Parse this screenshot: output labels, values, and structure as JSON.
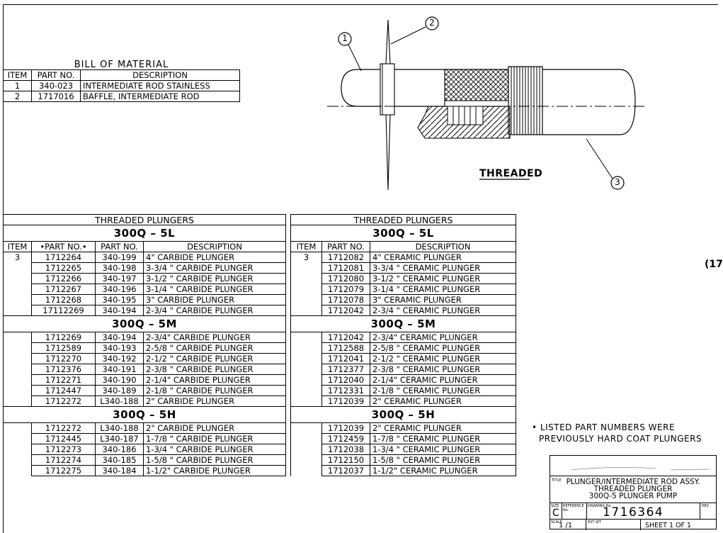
{
  "bom": {
    "title": "BILL OF MATERIAL",
    "headers": [
      "ITEM",
      "PART NO.",
      "DESCRIPTION"
    ],
    "rows": [
      [
        "1",
        "340-023",
        "INTERMEDIATE ROD STAINLESS"
      ],
      [
        "2",
        "1717016",
        "BAFFLE, INTERMEDIATE ROD"
      ]
    ]
  },
  "drawing": {
    "balloon_1": "1",
    "balloon_2": "2",
    "balloon_3": "3",
    "label": "THREADED",
    "edge_tag": "(17"
  },
  "left_table": {
    "title": "THREADED PLUNGERS",
    "headers": [
      "ITEM",
      "•PART NO.•",
      "PART NO.",
      "DESCRIPTION"
    ],
    "item": "3",
    "sections": [
      {
        "name": "300Q  –  5L",
        "rows": [
          [
            "1712264",
            "340-199",
            "4\" CARBIDE PLUNGER"
          ],
          [
            "1712265",
            "340-198",
            "3-3/4  \" CARBIDE PLUNGER"
          ],
          [
            "1712266",
            "340-197",
            "3-1/2  \" CARBIDE PLUNGER"
          ],
          [
            "1712267",
            "340-196",
            "3-1/4  \" CARBIDE PLUNGER"
          ],
          [
            "1712268",
            "340-195",
            "3\" CARBIDE PLUNGER"
          ],
          [
            "17112269",
            "340-194",
            "2-3/4  \" CARBIDE PLUNGER"
          ]
        ]
      },
      {
        "name": "300Q  –  5M",
        "rows": [
          [
            "1712269",
            "340-194",
            "2-3/4\" CARBIDE PLUNGER"
          ],
          [
            "1712589",
            "340-193",
            "2-5/8  \" CARBIDE PLUNGER"
          ],
          [
            "1712270",
            "340-192",
            "2-1/2  \" CARBIDE PLUNGER"
          ],
          [
            "1712376",
            "340-191",
            "2-3/8  \" CARBIDE PLUNGER"
          ],
          [
            "1712271",
            "340-190",
            "2-1/4\" CARBIDE PLUNGER"
          ],
          [
            "1712447",
            "340-189",
            "2-1/8  \" CARBIDE PLUNGER"
          ],
          [
            "1712272",
            "L340-188",
            "2\" CARBIDE PLUNGER"
          ]
        ]
      },
      {
        "name": "300Q  –  5H",
        "rows": [
          [
            "1712272",
            "L340-188",
            "2\" CARBIDE PLUNGER"
          ],
          [
            "1712445",
            "L340-187",
            "1-7/8  \" CARBIDE PLUNGER"
          ],
          [
            "1712273",
            "340-186",
            "1-3/4  \" CARBIDE PLUNGER"
          ],
          [
            "1712274",
            "340-185",
            "1-5/8  \" CARBIDE PLUNGER"
          ],
          [
            "1712275",
            "340-184",
            "1-1/2\" CARBIDE PLUNGER"
          ]
        ]
      }
    ]
  },
  "right_table": {
    "title": "THREADED PLUNGERS",
    "headers": [
      "ITEM",
      "PART NO.",
      "DESCRIPTION"
    ],
    "item": "3",
    "sections": [
      {
        "name": "300Q  –  5L",
        "rows": [
          [
            "1712082",
            "4\" CERAMIC PLUNGER"
          ],
          [
            "1712081",
            "3-3/4  \" CERAMIC PLUNGER"
          ],
          [
            "1712080",
            "3-1/2  \" CERAMIC PLUNGER"
          ],
          [
            "1712079",
            "3-1/4  \" CERAMIC PLUNGER"
          ],
          [
            "1712078",
            "3\" CERAMIC PLUNGER"
          ],
          [
            "1712042",
            "2-3/4  \" CERAMIC PLUNGER"
          ]
        ]
      },
      {
        "name": "300Q  –  5M",
        "rows": [
          [
            "1712042",
            "2-3/4\" CERAMIC PLUNGER"
          ],
          [
            "1712588",
            "2-5/8  \" CERAMIC PLUNGER"
          ],
          [
            "1712041",
            "2-1/2  \" CERAMIC PLUNGER"
          ],
          [
            "1712377",
            "2-3/8  \" CERAMIC PLUNGER"
          ],
          [
            "1712040",
            "2-1/4\" CERAMIC PLUNGER"
          ],
          [
            "1712331",
            "2-1/8  \" CERAMIC PLUNGER"
          ],
          [
            "1712039",
            "2\" CERAMIC PLUNGER"
          ]
        ]
      },
      {
        "name": "300Q  –  5H",
        "rows": [
          [
            "1712039",
            "2\" CERAMIC PLUNGER"
          ],
          [
            "1712459",
            "1-7/8  \" CERAMIC PLUNGER"
          ],
          [
            "1712038",
            "1-3/4  \" CERAMIC PLUNGER"
          ],
          [
            "1712150",
            "1-5/8  \" CERAMIC PLUNGER"
          ],
          [
            "1712037",
            "1-1/2\" CERAMIC PLUNGER"
          ]
        ]
      }
    ]
  },
  "note": {
    "line1": "• LISTED PART NUMBERS WERE",
    "line2": "PREVIOUSLY HARD COAT PLUNGERS"
  },
  "title_block": {
    "title_label": "TITLE",
    "title_line1": "PLUNGER/INTERMEDIATE ROD ASSY.",
    "title_line2": "THREADED PLUNGER",
    "title_line3": "300Q-5 PLUNGER PUMP",
    "size_label": "SIZE",
    "size": "C",
    "reference_label": "REFERENCE No.",
    "drawing_no_label": "DRAWING No.",
    "drawing_no": "1716364",
    "rev_label": "REV",
    "scale_label": "SCALE",
    "scale": "1 /1",
    "est_wt_label": "EST WT",
    "sheet": "SHEET 1 OF  1"
  }
}
